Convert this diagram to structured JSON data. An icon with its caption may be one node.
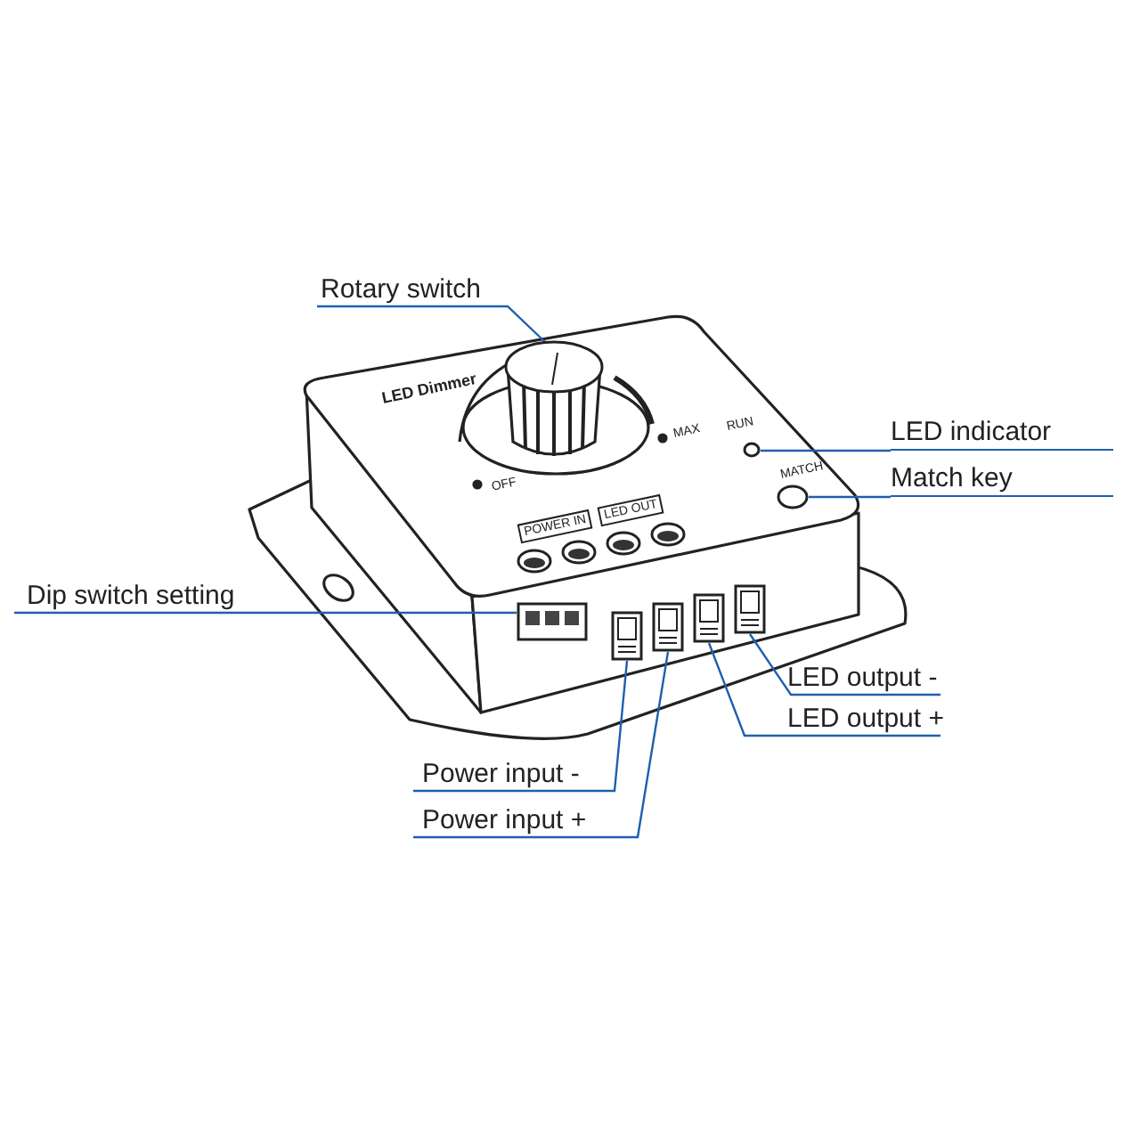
{
  "diagram": {
    "nodes": [
      {
        "text": [
          "Rotary switch"
        ]
      },
      {
        "text": [
          "LED indicator"
        ]
      },
      {
        "text": [
          "Match key"
        ]
      },
      {
        "text": [
          "Dip switch setting"
        ]
      },
      {
        "text": [
          "LED output -"
        ]
      },
      {
        "text": [
          "LED output +"
        ]
      },
      {
        "text": [
          "Power input -"
        ]
      },
      {
        "text": [
          "Power input +"
        ]
      },
      {
        "text": [],
        "shape": "circle"
      },
      {
        "text": [],
        "shape": "circle"
      },
      {
        "text": [],
        "shape": "circle"
      },
      {
        "text": [],
        "shape": "box"
      },
      {
        "text": [],
        "shape": "box"
      },
      {
        "text": [],
        "shape": "box"
      },
      {
        "text": [],
        "shape": "box"
      },
      {
        "text": [],
        "shape": "box"
      },
      {
        "text": [],
        "shape": "circle"
      },
      {
        "text": [],
        "shape": "circle"
      },
      {
        "text": [],
        "shape": "circle"
      },
      {
        "text": [],
        "shape": "circle"
      }
    ],
    "edges": [
      {
        "from": 0,
        "to": 8,
        "arrow": "none"
      },
      {
        "from": 1,
        "to": 9,
        "arrow": "none"
      },
      {
        "from": 2,
        "to": 10,
        "arrow": "none"
      },
      {
        "from": 3,
        "to": 11,
        "arrow": "none"
      },
      {
        "from": 6,
        "to": 12,
        "arrow": "none"
      },
      {
        "from": 7,
        "to": 13,
        "arrow": "none"
      },
      {
        "from": 5,
        "to": 14,
        "arrow": "none"
      },
      {
        "from": 4,
        "to": 15,
        "arrow": "none"
      }
    ],
    "labels": [
      "LED Dimmer",
      "OFF",
      "MAX",
      "RUN",
      "MATCH",
      "POWER IN",
      "LED OUT"
    ]
  }
}
